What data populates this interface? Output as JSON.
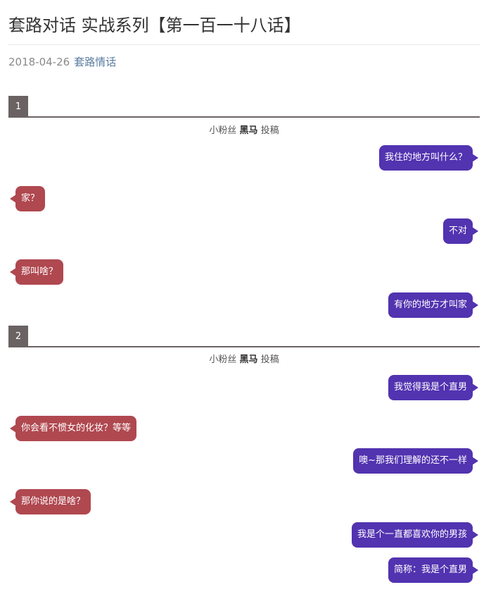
{
  "article": {
    "title": "套路对话 实战系列【第一百一十八话】",
    "date": "2018-04-26",
    "category": "套路情话"
  },
  "sections": [
    {
      "number": "1",
      "contrib_prefix": "小粉丝",
      "contrib_name": "黑马",
      "contrib_suffix": "投稿",
      "messages": [
        {
          "side": "right",
          "text": "我住的地方叫什么？"
        },
        {
          "side": "left",
          "text": "家？"
        },
        {
          "side": "right",
          "text": "不对"
        },
        {
          "side": "left",
          "text": "那叫啥？"
        },
        {
          "side": "right",
          "text": "有你的地方才叫家"
        }
      ]
    },
    {
      "number": "2",
      "contrib_prefix": "小粉丝",
      "contrib_name": "黑马",
      "contrib_suffix": "投稿",
      "messages": [
        {
          "side": "right",
          "text": "我觉得我是个直男"
        },
        {
          "side": "left",
          "text": "你会看不惯女的化妆？等等"
        },
        {
          "side": "right",
          "text": "噢~那我们理解的还不一样"
        },
        {
          "side": "left",
          "text": "那你说的是啥？"
        },
        {
          "side": "right",
          "text": "我是个一直都喜欢你的男孩"
        },
        {
          "side": "right",
          "text": "简称：我是个直男"
        }
      ]
    }
  ],
  "colors": {
    "right_bubble": "#5233b0",
    "left_bubble": "#b04850",
    "section_bar": "#6b6363",
    "category_link": "#5b7da0"
  }
}
